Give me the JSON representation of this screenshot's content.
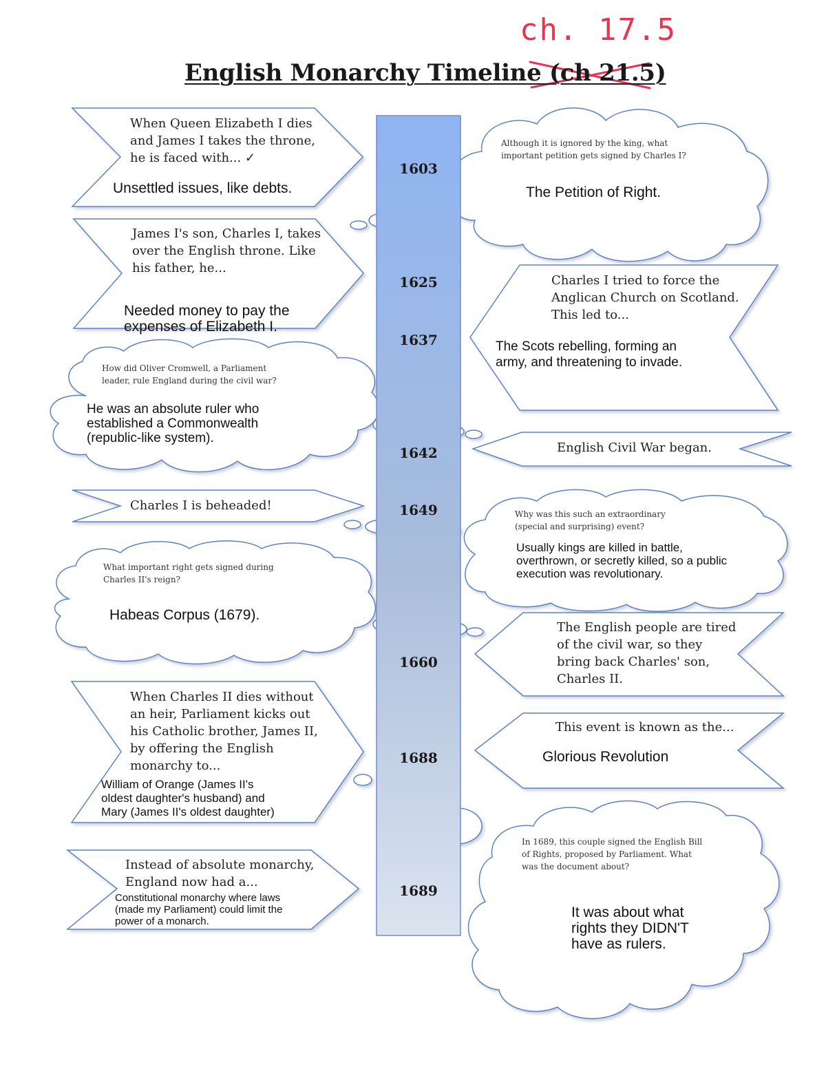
{
  "title": {
    "main": "English Monarchy Timeline",
    "chapter_struck": "(ch 21.5)",
    "handwritten_correction": "ch. 17.5"
  },
  "colors": {
    "bar_top": "#8fb4f2",
    "bar_bottom": "#dbe3ef",
    "shape_stroke": "#5b83c4",
    "correction_ink": "#e8344f"
  },
  "years": [
    "1603",
    "1625",
    "1637",
    "1642",
    "1649",
    "1660",
    "1688",
    "1689"
  ],
  "left": {
    "b1": {
      "q": [
        "When Queen Elizabeth I dies",
        "and James I takes the throne,",
        "he is faced with... ✓"
      ],
      "a": "Unsettled issues, like debts."
    },
    "b2": {
      "q": [
        "James I's son, Charles I, takes",
        "over the English throne. Like",
        "his father, he..."
      ],
      "a": [
        "Needed money to pay the",
        "expenses of Elizabeth I."
      ]
    },
    "c1": {
      "q": [
        "How did Oliver Cromwell, a Parliament",
        "leader, rule England during the civil war?"
      ],
      "a": [
        "He was an absolute ruler who",
        "established a Commonwealth",
        "(republic-like system)."
      ]
    },
    "b3": {
      "q": "Charles I is beheaded!"
    },
    "c2": {
      "q": [
        "What important right gets signed during",
        "Charles II's reign?"
      ],
      "a": "Habeas Corpus (1679)."
    },
    "b4": {
      "q": [
        "When Charles II dies without",
        "an heir, Parliament kicks out",
        "his Catholic brother, James II,",
        "by offering the English",
        "monarchy to..."
      ],
      "a": [
        "William of Orange (James II's",
        "oldest daughter's husband) and",
        "Mary (James II's oldest daughter)"
      ]
    },
    "b5": {
      "q": [
        "Instead of absolute monarchy,",
        "England now had a..."
      ],
      "a": [
        "Constitutional monarchy where laws",
        "(made my Parliament) could limit the",
        "power of a monarch."
      ]
    }
  },
  "right": {
    "c1": {
      "q": [
        "Although it is ignored by the king, what",
        "important petition gets signed by Charles I?"
      ],
      "a": "The Petition of Right."
    },
    "b1": {
      "q": [
        "Charles I tried to force the",
        "Anglican Church on Scotland.",
        "This led to..."
      ],
      "a": [
        "The Scots rebelling, forming an",
        "army, and threatening to invade."
      ]
    },
    "b2": {
      "q": "English Civil War began."
    },
    "c2": {
      "q": [
        "Why was this such an extraordinary",
        "(special and surprising) event?"
      ],
      "a": [
        "Usually kings are killed in battle,",
        "overthrown, or secretly killed, so a public",
        "execution was revolutionary."
      ]
    },
    "b3": {
      "q": [
        "The English people are tired",
        "of the civil war, so they",
        "bring back Charles' son,",
        "Charles II."
      ]
    },
    "b4": {
      "q": "This event is known as the...",
      "a": "Glorious Revolution"
    },
    "c3": {
      "q": [
        "In 1689, this couple signed the English Bill",
        "of Rights, proposed by Parliament. What",
        "was the document about?"
      ],
      "a": [
        "It was about what",
        "rights they DIDN'T",
        "have as rulers."
      ]
    }
  }
}
